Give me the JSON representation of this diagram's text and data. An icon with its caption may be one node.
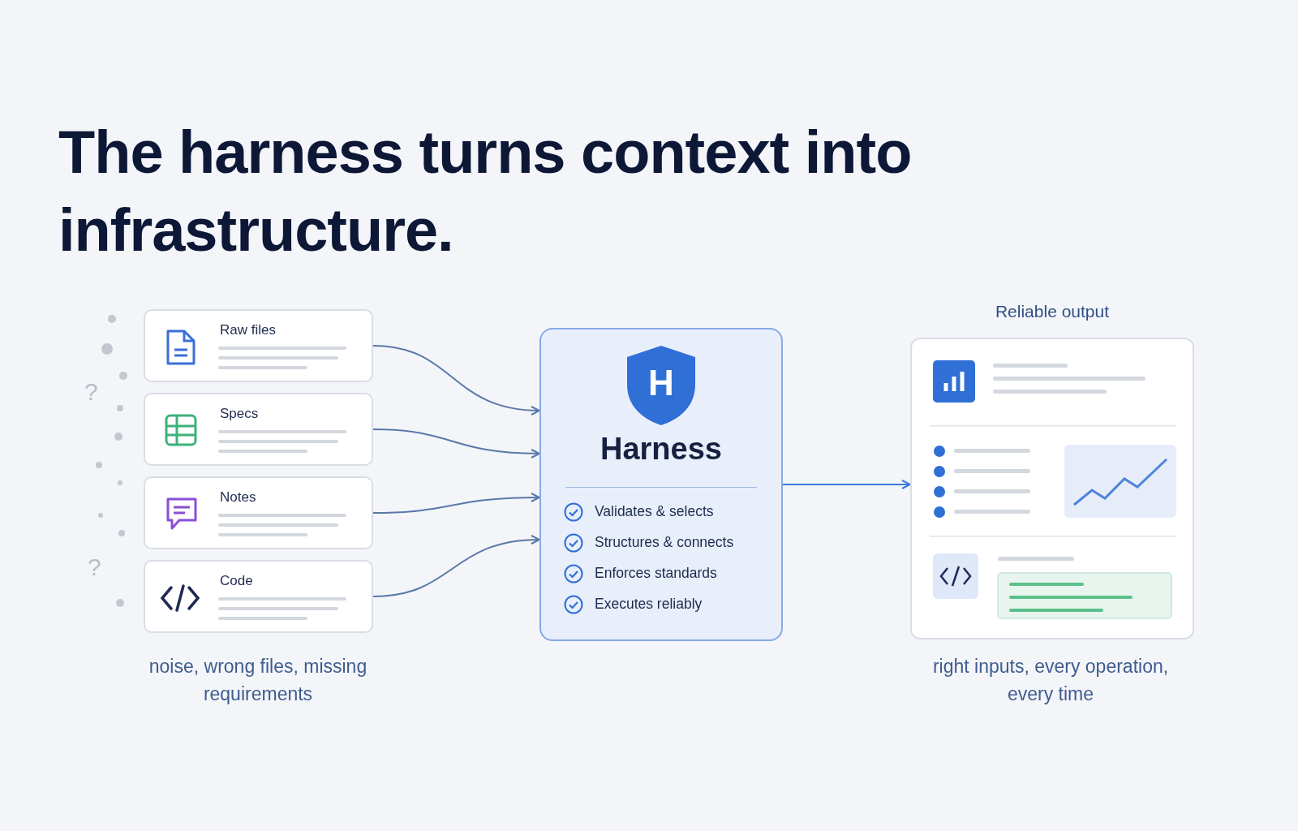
{
  "diagram": {
    "title": "The harness turns context into infrastructure.",
    "nodes": [
      {
        "text": [
          "Raw files"
        ]
      },
      {
        "text": [
          "Specs"
        ]
      },
      {
        "text": [
          "Notes"
        ]
      },
      {
        "text": [
          "Code"
        ]
      },
      {
        "text": [
          "H",
          "Harness",
          "Validates & selects",
          "Structures & connects",
          "Enforces standards",
          "Executes reliably"
        ]
      },
      {
        "text": [
          "Reliable output"
        ]
      }
    ],
    "edges": [
      {
        "from": 0,
        "to": 4,
        "arrow": "to"
      },
      {
        "from": 1,
        "to": 4,
        "arrow": "to"
      },
      {
        "from": 2,
        "to": 4,
        "arrow": "to"
      },
      {
        "from": 3,
        "to": 4,
        "arrow": "to"
      },
      {
        "from": 4,
        "to": 5,
        "arrow": "to",
        "color": "#3b78e0"
      }
    ],
    "labels": [
      "?",
      "?",
      "noise, wrong files, missing requirements",
      "right inputs, every operation, every time"
    ]
  }
}
